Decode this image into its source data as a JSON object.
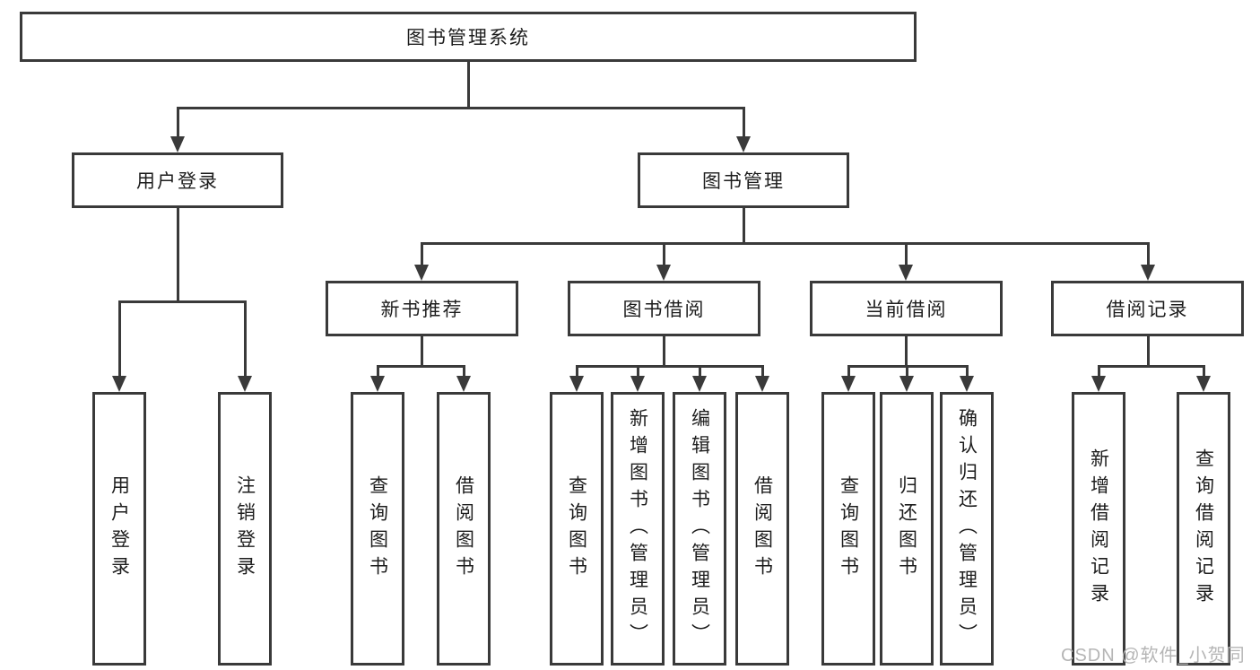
{
  "diagram": {
    "root": {
      "label": "图书管理系统"
    },
    "level2": [
      {
        "label": "用户登录"
      },
      {
        "label": "图书管理"
      }
    ],
    "level3": [
      {
        "label": "新书推荐",
        "parent": "图书管理"
      },
      {
        "label": "图书借阅",
        "parent": "图书管理"
      },
      {
        "label": "当前借阅",
        "parent": "图书管理"
      },
      {
        "label": "借阅记录",
        "parent": "图书管理"
      }
    ],
    "leaves": [
      {
        "label": "用户登录",
        "parent": "用户登录"
      },
      {
        "label": "注销登录",
        "parent": "用户登录"
      },
      {
        "label": "查询图书",
        "parent": "新书推荐"
      },
      {
        "label": "借阅图书",
        "parent": "新书推荐"
      },
      {
        "label": "查询图书",
        "parent": "图书借阅"
      },
      {
        "label": "新增图书（管理员）",
        "parent": "图书借阅"
      },
      {
        "label": "编辑图书（管理员）",
        "parent": "图书借阅"
      },
      {
        "label": "借阅图书",
        "parent": "图书借阅"
      },
      {
        "label": "查询图书",
        "parent": "当前借阅"
      },
      {
        "label": "归还图书",
        "parent": "当前借阅"
      },
      {
        "label": "确认归还（管理员）",
        "parent": "当前借阅"
      },
      {
        "label": "新增借阅记录",
        "parent": "借阅记录"
      },
      {
        "label": "查询借阅记录",
        "parent": "借阅记录"
      }
    ]
  },
  "watermark": {
    "text": "CSDN @软件_小贺同学"
  },
  "colors": {
    "line": "#3a3a3a",
    "text": "#1d1d1d",
    "watermark": "#b5b5b5",
    "background": "#ffffff"
  }
}
